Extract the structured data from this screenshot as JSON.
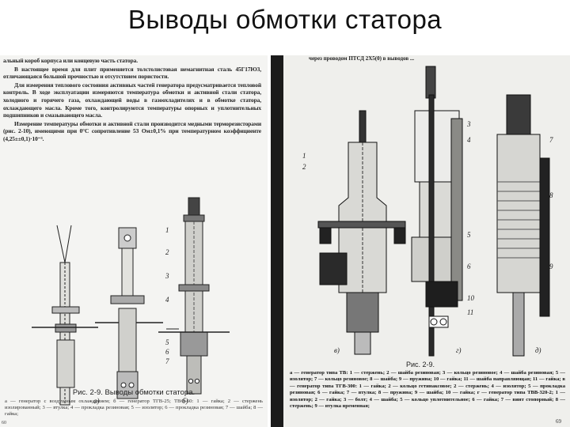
{
  "slide": {
    "title": "Выводы обмотки статора"
  },
  "left_page": {
    "paragraphs": [
      "альный короб корпуса или концевую часть статора.",
      "В настоящее время для плит применяется толстолистовая немагнитная сталь 45Г17Ю3, отличающаяся большой прочностью и отсутствием пористости.",
      "Для измерения теплового состояния активных частей генератора предусматривается тепловой контроль. В ходе эксплуатации измеряются температура обмотки и активной стали статора, холодного и горячего газа, охлаждающей воды в газоохладителях и в обмотке статора, охлаждающего масла. Кроме того, контролируются температуры опорных и уплотнительных подшипников и смазывающего масла.",
      "Измерение температуры обмотки и активной стали производится медными терморезисторами (рис. 2-10), имеющими при 0°С сопротивление 53 Ом±0,1% при температурном коэффициенте (4,25±±0,1)·10⁻³."
    ],
    "figure_caption": "Рис. 2-9. Выводы обмотки статора.",
    "figure_legend": "а — генератор с воздушным охлаждением; б — генератор ТГВ-25; ТВФ-60: 1 — гайка; 2 — стержень изолированный; 3 — втулка; 4 — прокладка резиновая; 5 — изолятор; 6 — прокладка резиновая; 7 — шайба; 8 — гайка;",
    "fig_letters": [
      "а)",
      "б)"
    ],
    "callouts": [
      "1",
      "2",
      "3",
      "4",
      "5",
      "6",
      "7"
    ],
    "page_number": "60"
  },
  "right_page": {
    "top_text": "через проводом ПТСД 2Х5(0) в выводов ...",
    "figure_caption": "Рис. 2-9.",
    "figure_legend": "а — генератор типа ТВ: 1 — стержень; 2 — шайба резиновая; 3 — кольцо резиновое; 4 — шайба резиновая; 5 — изолятор; 7 — кольцо резиновое; 8 — шайба; 9 — пружина; 10 — гайка; 11 — шайба направляющая; 11 — гайка; в — генератор типа ТГВ-300: 1 — гайка; 2 — кольцо гетинаксовое; 2 — стержень; 4 — изолятор; 5 — прокладка резиновая; 6 — гайка; 7 — втулка; 8 — пружина; 9 — шайба; 10 — гайка; г — генератор типа ТВВ-320-2; 1 — изолятор; 2 — гайка; 3 — болт; 4 — шайба; 5 — кольцо уплотнительное; 6 — гайка; 7 — винт стопорный; 8 — стержень; 9 — втулка временная;",
    "fig_letters": [
      "в)",
      "г)",
      "д)"
    ],
    "callouts": [
      "1",
      "2",
      "3",
      "4",
      "5",
      "6",
      "7",
      "8",
      "9",
      "10",
      "11"
    ],
    "page_number": "69"
  }
}
